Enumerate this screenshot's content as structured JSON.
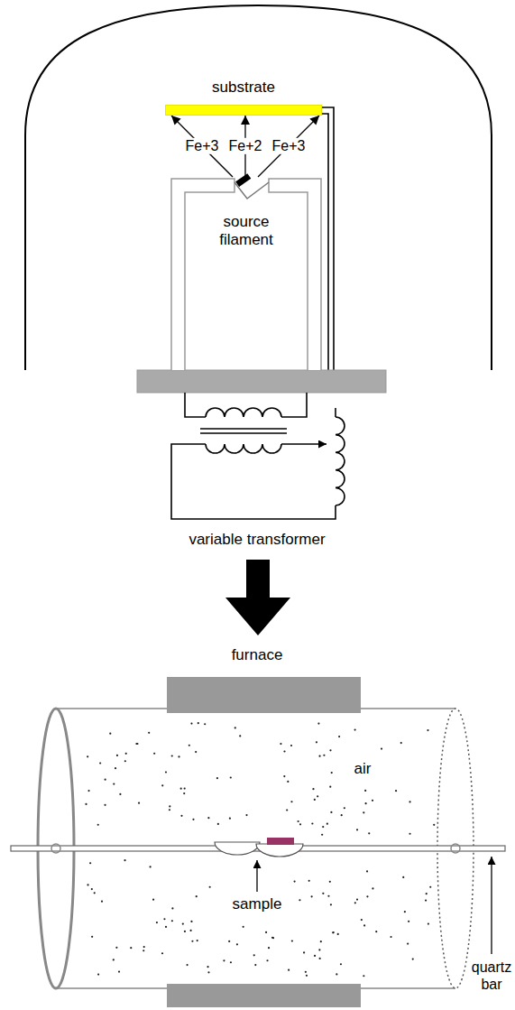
{
  "diagram": {
    "nodes": [
      {
        "text": [
          "substrate"
        ]
      },
      {
        "text": [
          "source filament"
        ]
      }
    ],
    "edges": [
      {
        "from": 1,
        "to": 0,
        "arrow": "to",
        "label": "Fe+3"
      },
      {
        "from": 1,
        "to": 0,
        "arrow": "to",
        "label": "Fe+2"
      },
      {
        "from": 1,
        "to": 0,
        "arrow": "to",
        "label": "Fe+3"
      }
    ],
    "labels": [
      "variable transformer",
      "furnace",
      "air",
      "sample",
      "quartz bar"
    ]
  }
}
